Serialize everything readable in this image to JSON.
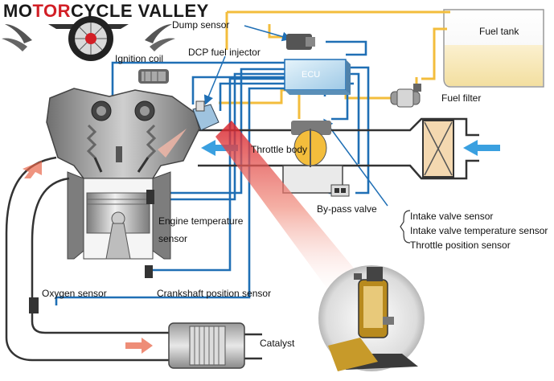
{
  "logo": {
    "part1": "MO",
    "part2": "TOR",
    "part3": "CYCLE VALLEY",
    "accent_color": "#d21f26"
  },
  "labels": {
    "dump_sensor": "Dump sensor",
    "fuel_tank": "Fuel tank",
    "ignition_coil": "Ignition coil",
    "dcp_fuel_injector": "DCP fuel injector",
    "ecu": "ECU",
    "fuel_filter": "Fuel filter",
    "throttle_body": "Throttle body",
    "by_pass_valve": "By-pass valve",
    "engine_temperature_sensor_1": "Engine temperature",
    "engine_temperature_sensor_2": "sensor",
    "intake_valve_sensor": "Intake valve sensor",
    "intake_valve_temperature_sensor": "Intake valve temperature sensor",
    "throttle_position_sensor": "Throttle position sensor",
    "oxygen_sensor": "Oxygen sensor",
    "crankshaft_position_sensor": "Crankshaft position sensor",
    "catalyst": "Catalyst"
  },
  "colors": {
    "wire": "#1f6fb5",
    "fuel_line": "#f3bd3c",
    "exhaust_arrow": "#e8674a",
    "intake_arrow": "#3aa0e0",
    "engine_gray": "#8a8a8a",
    "pipe_outline": "#333333"
  }
}
